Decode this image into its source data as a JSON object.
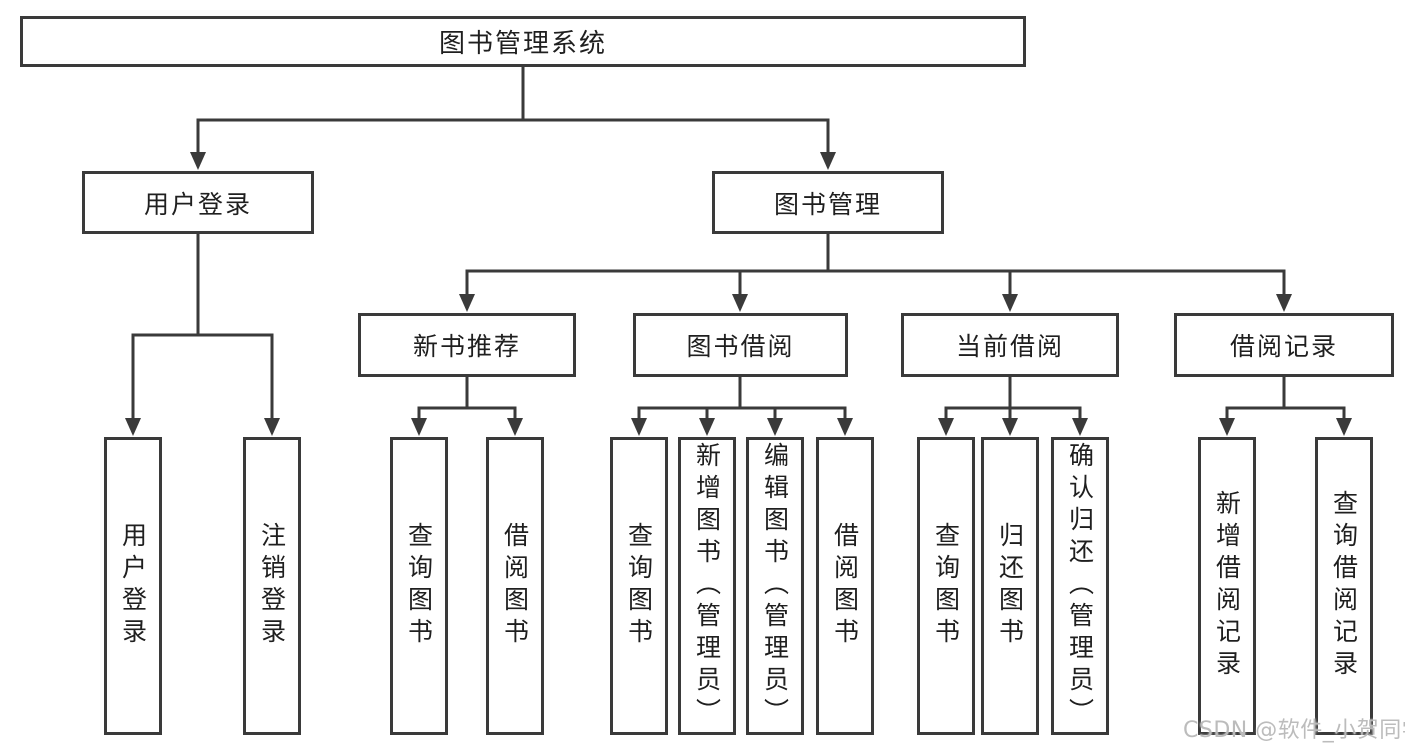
{
  "diagram": {
    "root": {
      "label": "图书管理系统"
    },
    "branches": [
      {
        "label": "用户登录",
        "children": [
          {
            "label": "用户登录"
          },
          {
            "label": "注销登录"
          }
        ]
      },
      {
        "label": "图书管理",
        "children": [
          {
            "label": "新书推荐",
            "children": [
              {
                "label": "查询图书"
              },
              {
                "label": "借阅图书"
              }
            ]
          },
          {
            "label": "图书借阅",
            "children": [
              {
                "label": "查询图书"
              },
              {
                "label": "新增图书（管理员）"
              },
              {
                "label": "编辑图书（管理员）"
              },
              {
                "label": "借阅图书"
              }
            ]
          },
          {
            "label": "当前借阅",
            "children": [
              {
                "label": "查询图书"
              },
              {
                "label": "归还图书"
              },
              {
                "label": "确认归还（管理员）"
              }
            ]
          },
          {
            "label": "借阅记录",
            "children": [
              {
                "label": "新增借阅记录"
              },
              {
                "label": "查询借阅记录"
              }
            ]
          }
        ]
      }
    ]
  },
  "watermark": {
    "text": "CSDN @软件_小贺同学"
  },
  "colors": {
    "line": "#3a3a3a",
    "text": "#1f1f1f",
    "background": "#ffffff",
    "watermark": "#b8b8b8"
  }
}
